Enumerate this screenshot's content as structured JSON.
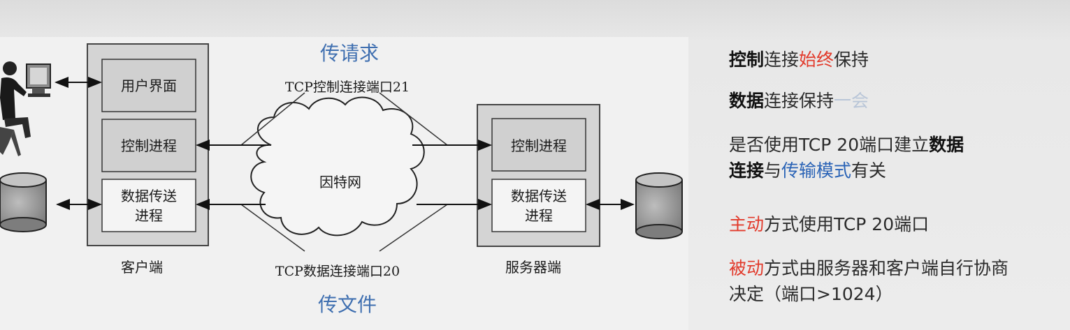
{
  "diagram": {
    "client": {
      "label": "客户端",
      "ui_box": "用户界面",
      "control_box": "控制进程",
      "data_box_line1": "数据传送",
      "data_box_line2": "进程"
    },
    "server": {
      "label": "服务器端",
      "control_box": "控制进程",
      "data_box_line1": "数据传送",
      "data_box_line2": "进程"
    },
    "internet_label": "因特网",
    "control_connection_label": "TCP控制连接端口21",
    "data_connection_label": "TCP数据连接端口20",
    "annotation_top": "传请求",
    "annotation_bottom": "传文件",
    "icons": [
      "user-at-computer-icon",
      "client-disk-icon",
      "server-disk-icon",
      "internet-cloud-icon"
    ]
  },
  "notes": {
    "line1": {
      "a": "控制",
      "b": "连接",
      "c": "始终",
      "d": "保持"
    },
    "line2": {
      "a": "数据",
      "b": "连接保持",
      "c": "一会"
    },
    "line3": {
      "a": "是否使用TCP 20端口建立",
      "b": "数据"
    },
    "line4": {
      "a": "连接",
      "b": "与",
      "c": "传输模式",
      "d": "有关"
    },
    "line5": {
      "a": "主动",
      "b": "方式使用TCP 20端口"
    },
    "line6": {
      "a": "被动",
      "b": "方式由服务器和客户端自行协商"
    },
    "line7": {
      "a": "决定（端口>1024）"
    }
  },
  "colors": {
    "emphasis_red": "#e23a2b",
    "emphasis_blue": "#2a63b6",
    "annotation_blue": "#3f6fb0"
  }
}
